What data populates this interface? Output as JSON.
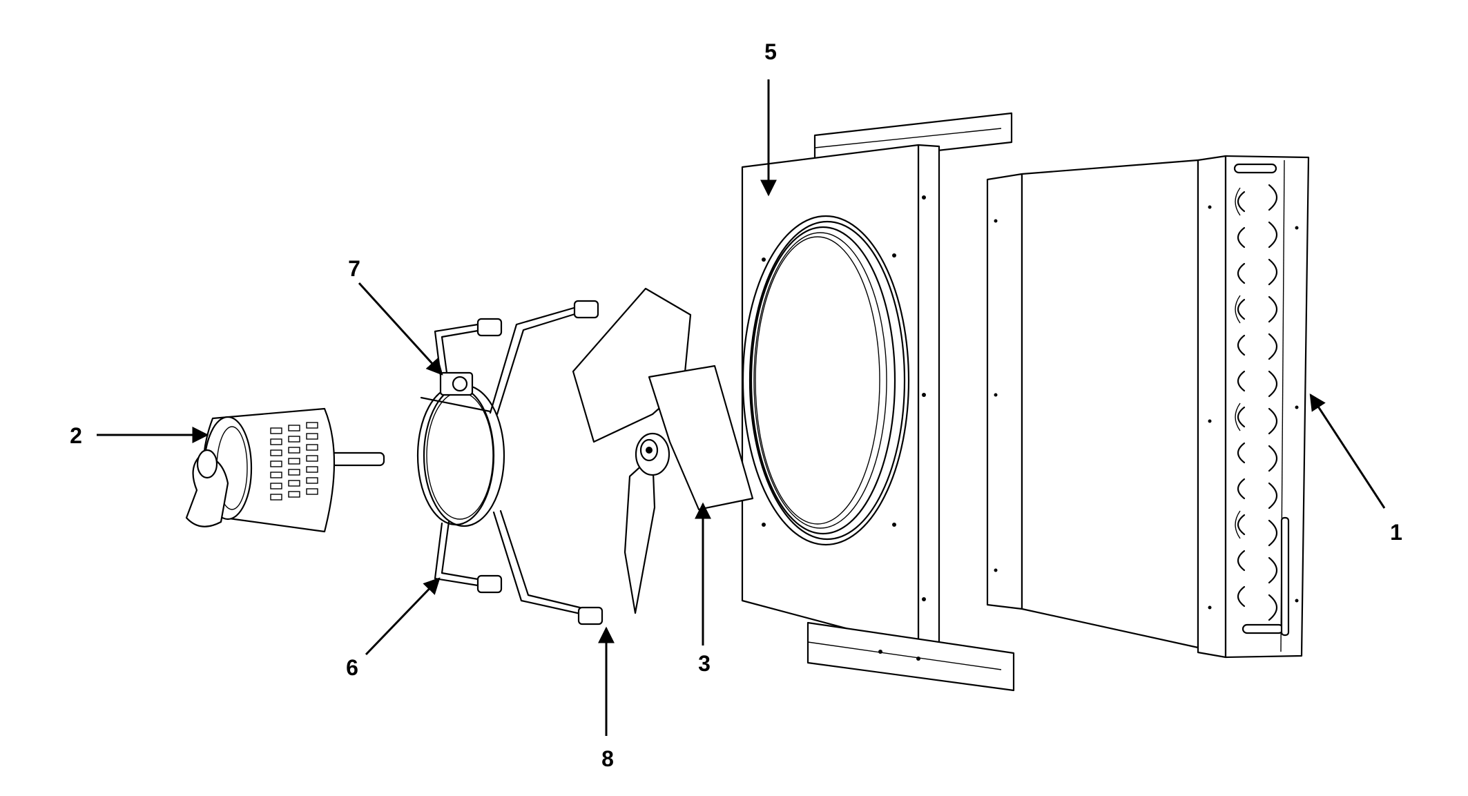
{
  "callouts": {
    "c1": "1",
    "c2": "2",
    "c3": "3",
    "c5": "5",
    "c6": "6",
    "c7": "7",
    "c8": "8"
  }
}
